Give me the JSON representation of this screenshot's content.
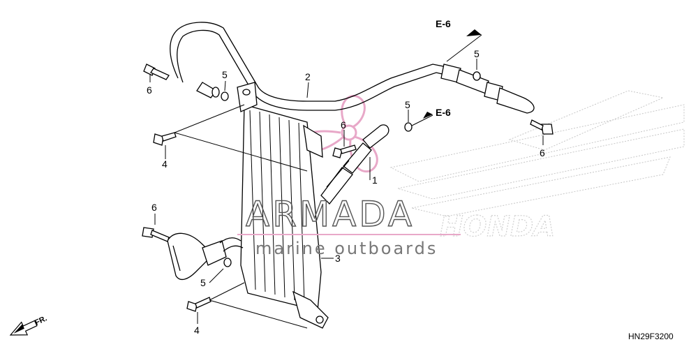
{
  "callouts": {
    "c1": "1",
    "c2": "2",
    "c3": "3",
    "c4_top": "4",
    "c4_bottom": "4",
    "c5_a": "5",
    "c5_b": "5",
    "c5_c": "5",
    "c5_d": "5",
    "c6_a": "6",
    "c6_b": "6",
    "c6_c": "6",
    "c6_d": "6"
  },
  "references": {
    "top": "E-6",
    "middle": "E-6"
  },
  "front_marker": "FR.",
  "diagram_code": "HN29F3200",
  "watermark": {
    "brand": "ARMADA",
    "tagline": "marine outboards",
    "logo_text": "HONDA",
    "logo_color": "#e8a8c8"
  }
}
